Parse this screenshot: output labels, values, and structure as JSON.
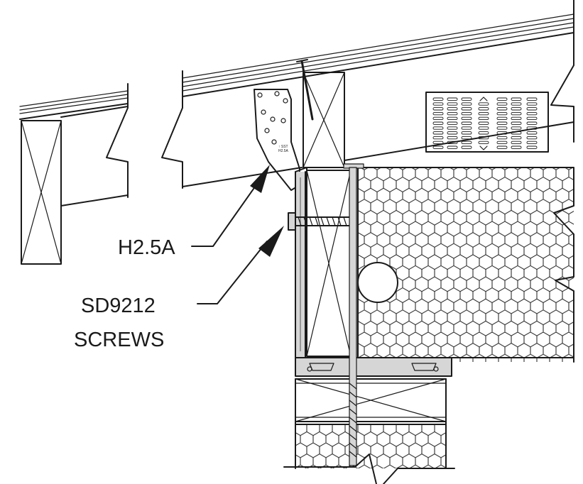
{
  "callouts": {
    "hanger_label": "H2.5A",
    "screw_label_line1": "SD9212",
    "screw_label_line2": "SCREWS"
  },
  "hanger_stamp": {
    "line1": "↑ SST",
    "line2": "H2.5A"
  },
  "colors": {
    "line": "#1a1a1a",
    "metal_fill": "#d6d6d6",
    "background": "#ffffff"
  }
}
